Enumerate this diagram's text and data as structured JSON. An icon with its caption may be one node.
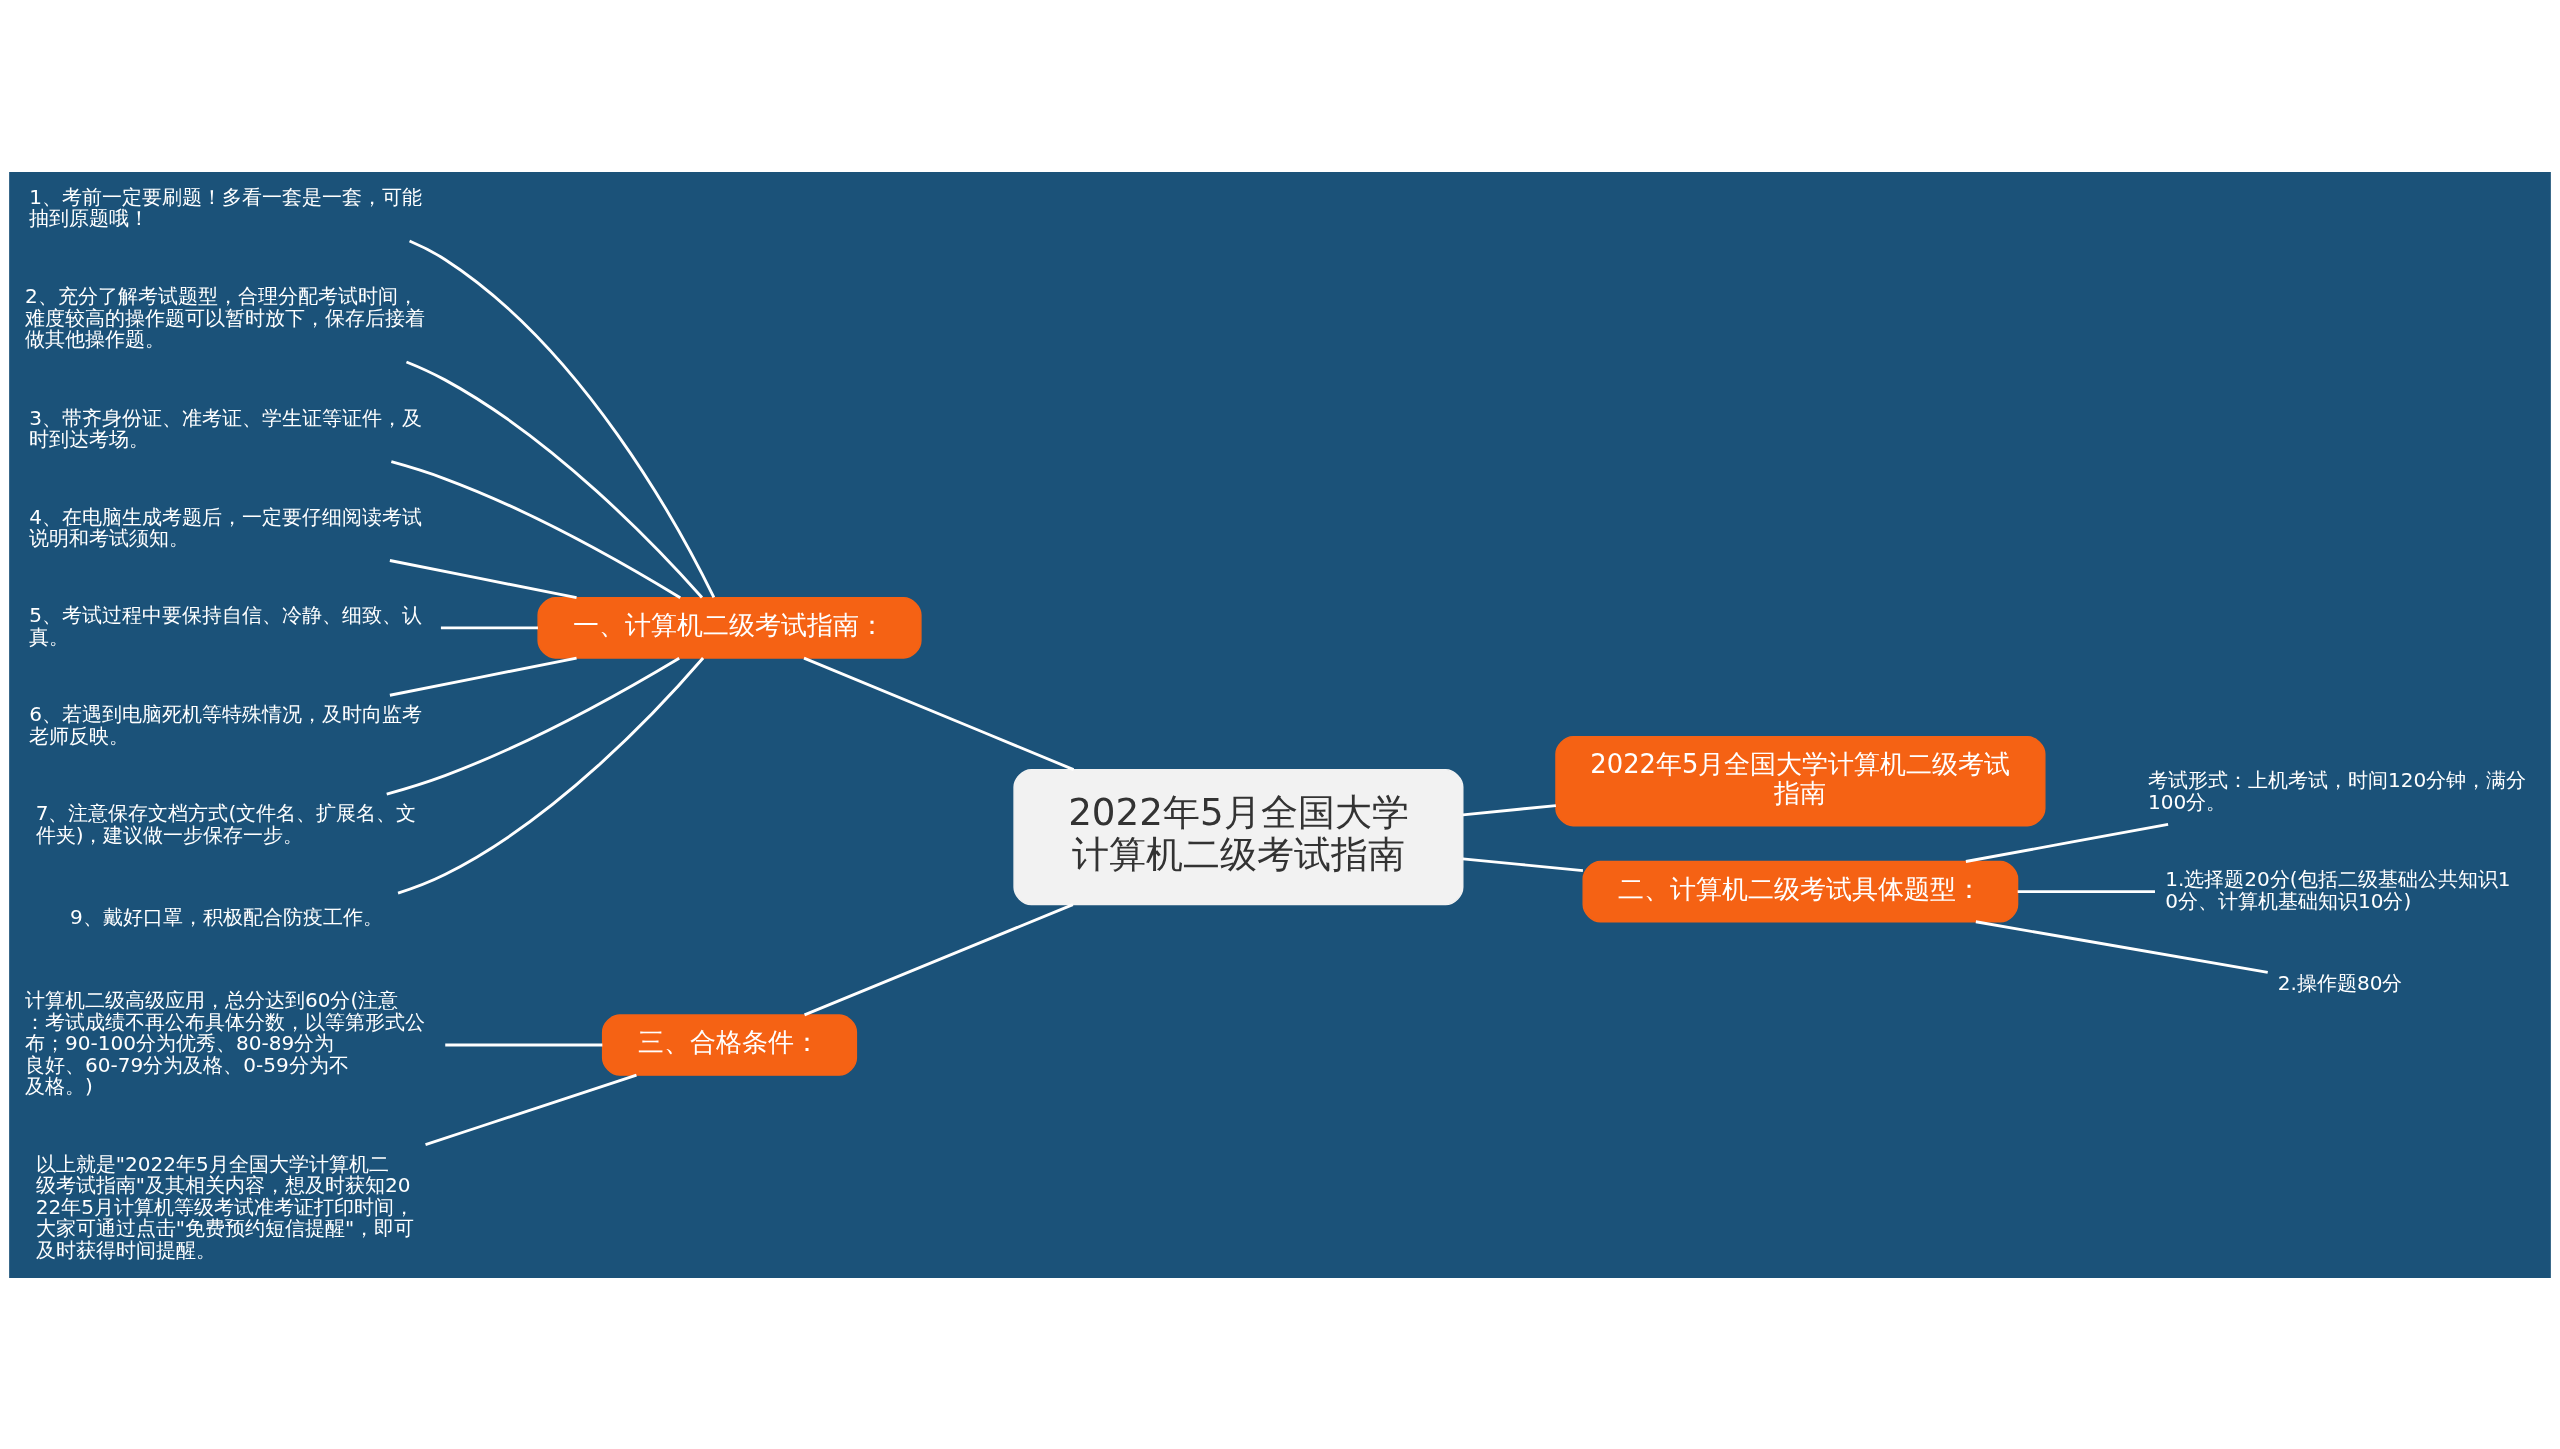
{
  "diagram": {
    "nodes": [
      {
        "text": [
          "2022年5月全国大学计算机二级考试指南"
        ]
      },
      {
        "text": [
          "一、计算机二级考试指南："
        ]
      },
      {
        "text": [
          "1、考前一定要刷题！多看一套是一套，可能抽到原题哦！"
        ]
      },
      {
        "text": [
          "2、充分了解考试题型，合理分配考试时间，难度较高的操作题可以暂时放下，保存后接着做其他操作题。"
        ]
      },
      {
        "text": [
          "3、带齐身份证、准考证、学生证等证件，及时到达考场。"
        ]
      },
      {
        "text": [
          "4、在电脑生成考题后，一定要仔细阅读考试说明和考试须知。"
        ]
      },
      {
        "text": [
          "5、考试过程中要保持自信、冷静、细致、认真。"
        ]
      },
      {
        "text": [
          "6、若遇到电脑死机等特殊情况，及时向监考老师反映。"
        ]
      },
      {
        "text": [
          "7、注意保存文档方式(文件名、扩展名、文件夹)，建议做一步保存一步。"
        ]
      },
      {
        "text": [
          "9、戴好口罩，积极配合防疫工作。"
        ]
      },
      {
        "text": [
          "2022年5月全国大学计算机二级考试指南"
        ]
      },
      {
        "text": [
          "二、计算机二级考试具体题型："
        ]
      },
      {
        "text": [
          "考试形式：上机考试，时间120分钟，满分100分。"
        ]
      },
      {
        "text": [
          "1.选择题20分(包括二级基础公共知识10分、计算机基础知识10分)"
        ]
      },
      {
        "text": [
          "2.操作题80分"
        ]
      },
      {
        "text": [
          "三、合格条件："
        ]
      },
      {
        "text": [
          "计算机二级高级应用，总分达到60分(注意：考试成绩不再公布具体分数，以等第形式公布；90-100分为优秀、80-89分为良好、60-79分为及格、0-59分为不及格。)"
        ]
      },
      {
        "text": [
          "以上就是\"2022年5月全国大学计算机二级考试指南\"及其相关内容，想及时获知2022年5月计算机等级考试准考证打印时间，大家可通过点击\"免费预约短信提醒\"，即可及时获得时间提醒。"
        ]
      }
    ],
    "edges": [
      {
        "from": 0,
        "to": 1,
        "arrow": "none"
      },
      {
        "from": 1,
        "to": 2,
        "arrow": "none"
      },
      {
        "from": 1,
        "to": 3,
        "arrow": "none"
      },
      {
        "from": 1,
        "to": 4,
        "arrow": "none"
      },
      {
        "from": 1,
        "to": 5,
        "arrow": "none"
      },
      {
        "from": 1,
        "to": 6,
        "arrow": "none"
      },
      {
        "from": 1,
        "to": 7,
        "arrow": "none"
      },
      {
        "from": 1,
        "to": 8,
        "arrow": "none"
      },
      {
        "from": 1,
        "to": 9,
        "arrow": "none"
      },
      {
        "from": 0,
        "to": 10,
        "arrow": "none"
      },
      {
        "from": 0,
        "to": 11,
        "arrow": "none"
      },
      {
        "from": 11,
        "to": 12,
        "arrow": "none"
      },
      {
        "from": 11,
        "to": 13,
        "arrow": "none"
      },
      {
        "from": 11,
        "to": 14,
        "arrow": "none"
      },
      {
        "from": 0,
        "to": 15,
        "arrow": "none"
      },
      {
        "from": 15,
        "to": 16,
        "arrow": "none"
      },
      {
        "from": 15,
        "to": 17,
        "arrow": "none"
      }
    ]
  }
}
